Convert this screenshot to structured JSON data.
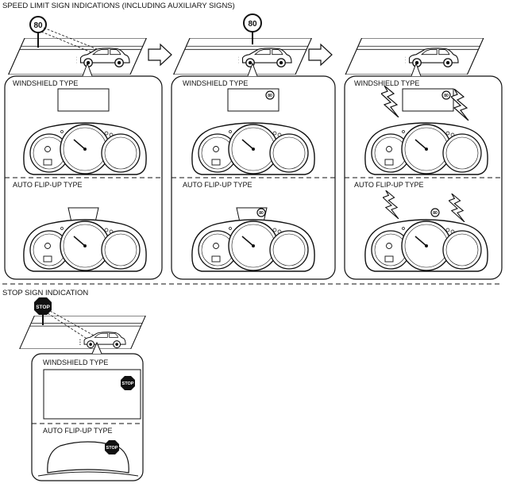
{
  "title_speed": "SPEED LIMIT SIGN INDICATIONS (INCLUDING AUXILIARY SIGNS)",
  "title_stop": "STOP SIGN INDICATION",
  "label_windshield": "WINDSHIELD TYPE",
  "label_flipup": "AUTO FLIP-UP TYPE",
  "speed_sign_value": "80",
  "stop_sign_text": "STOP"
}
